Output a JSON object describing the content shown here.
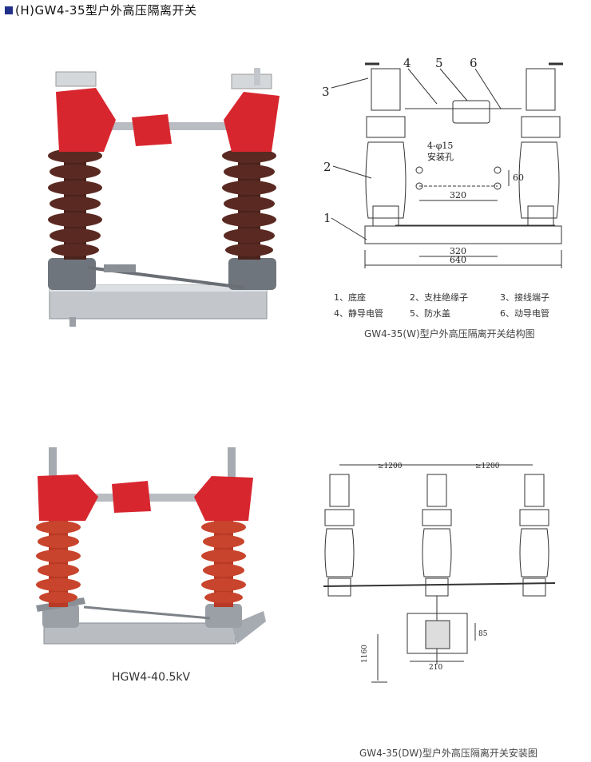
{
  "page": {
    "title": "(H)GW4-35型户外高压隔离开关"
  },
  "photo1": {},
  "diagram1": {
    "callouts": [
      "1",
      "2",
      "3",
      "4",
      "5",
      "6"
    ],
    "hole_label_top": "4-φ15",
    "hole_label_bottom": "安装孔",
    "dim_60": "60",
    "dim_320_upper": "320",
    "dim_320_lower": "320",
    "dim_640": "640",
    "legend": [
      "1、底座",
      "2、支柱绝缘子",
      "3、接线端子",
      "4、静导电管",
      "5、防水盖",
      "6、动导电管"
    ],
    "caption": "GW4-35(W)型户外高压隔离开关结构图"
  },
  "photo2": {
    "caption": "HGW4-40.5kV"
  },
  "diagram2": {
    "dim_left": "≥1200",
    "dim_right": "≥1200",
    "dim_85": "85",
    "dim_210": "210",
    "dim_1160": "1160",
    "caption": "GW4-35(DW)型户外高压隔离开关安装图"
  },
  "colors": {
    "title_square": "#1f2f8a",
    "switch_red": "#d8262f",
    "insulator_brown": "#5a2a22",
    "insulator_red": "#c8442c",
    "steel": "#b9bdc2"
  }
}
